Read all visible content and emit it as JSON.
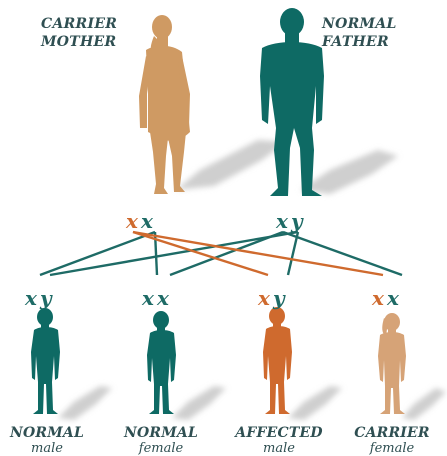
{
  "colors": {
    "mother": "#cf9a63",
    "father": "#0e6a64",
    "affected": "#cf6a2e",
    "carrier_child": "#d6a377",
    "shadow": "#cfcfcf",
    "label": "#2f4f52",
    "orange_line": "#cf6a2e",
    "teal_line": "#1e6b66"
  },
  "parents": {
    "mother": {
      "line1": "CARRIER",
      "line2": "MOTHER",
      "alleles": [
        "x",
        "x"
      ],
      "allele_colors": [
        "#cf6a2e",
        "#1e6b66"
      ]
    },
    "father": {
      "line1": "NORMAL",
      "line2": "FATHER",
      "alleles": [
        "x",
        "y"
      ],
      "allele_colors": [
        "#1e6b66",
        "#1e6b66"
      ]
    }
  },
  "children": [
    {
      "status": "NORMAL",
      "sex": "male",
      "alleles": [
        "x",
        "y"
      ],
      "allele_colors": [
        "#1e6b66",
        "#1e6b66"
      ],
      "figure_color": "#0e6a64"
    },
    {
      "status": "NORMAL",
      "sex": "female",
      "alleles": [
        "x",
        "x"
      ],
      "allele_colors": [
        "#1e6b66",
        "#1e6b66"
      ],
      "figure_color": "#0e6a64"
    },
    {
      "status": "AFFECTED",
      "sex": "male",
      "alleles": [
        "x",
        "y"
      ],
      "allele_colors": [
        "#cf6a2e",
        "#1e6b66"
      ],
      "figure_color": "#cf6a2e"
    },
    {
      "status": "CARRIER",
      "sex": "female",
      "alleles": [
        "x",
        "x"
      ],
      "allele_colors": [
        "#cf6a2e",
        "#1e6b66"
      ],
      "figure_color": "#d6a377"
    }
  ]
}
